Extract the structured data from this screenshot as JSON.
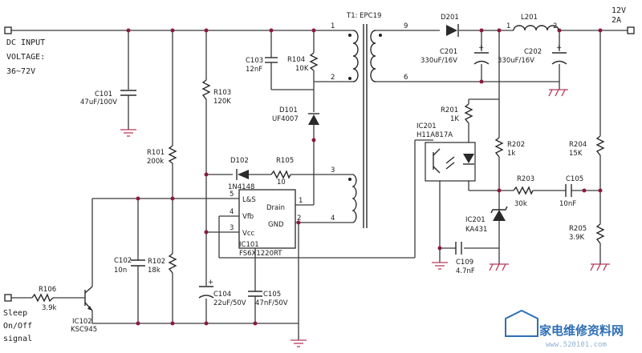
{
  "input": {
    "line1": "DC INPUT",
    "line2": "VOLTAGE:",
    "line3": "36~72V"
  },
  "output": {
    "voltage": "12V",
    "current": "2A"
  },
  "sleep": {
    "line1": "Sleep",
    "line2": "On/Off",
    "line3": "signal"
  },
  "transformer": {
    "name": "T1: EPC19",
    "pins": [
      "1",
      "2",
      "3",
      "4",
      "9",
      "6"
    ]
  },
  "ic101": {
    "ref": "IC101",
    "part": "FS6X1220RT",
    "pins": [
      {
        "num": "5",
        "name": "L&S"
      },
      {
        "num": "4",
        "name": "Vfb"
      },
      {
        "num": "3",
        "name": "Vcc"
      },
      {
        "num": "1",
        "name": "Drain"
      },
      {
        "num": "2",
        "name": "GND"
      }
    ]
  },
  "l201": {
    "ref": "L201",
    "pin1": "1",
    "pin2": "2"
  },
  "components": {
    "c101": {
      "ref": "C101",
      "value": "47uF/100V"
    },
    "c103": {
      "ref": "C103",
      "value": "12nF"
    },
    "r104": {
      "ref": "R104",
      "value": "10K"
    },
    "r103": {
      "ref": "R103",
      "value": "120K"
    },
    "d101": {
      "ref": "D101",
      "value": "UF4007"
    },
    "r101": {
      "ref": "R101",
      "value": "200k"
    },
    "d102": {
      "ref": "D102",
      "value": "1N4148"
    },
    "r105": {
      "ref": "R105",
      "value": "10"
    },
    "c102": {
      "ref": "C102",
      "value": "10n"
    },
    "r102": {
      "ref": "R102",
      "value": "18k"
    },
    "c104": {
      "ref": "C104",
      "value": "22uF/50V"
    },
    "c105a": {
      "ref": "C105",
      "value": "47nF/50V"
    },
    "r106": {
      "ref": "R106",
      "value": "3.9k"
    },
    "ic102": {
      "ref": "IC102",
      "value": "KSC945"
    },
    "d201": {
      "ref": "D201"
    },
    "c201": {
      "ref": "C201",
      "value": "330uF/16V"
    },
    "c202": {
      "ref": "C202",
      "value": "330uF/16V"
    },
    "r201": {
      "ref": "R201",
      "value": "1K"
    },
    "ic201opto": {
      "ref": "IC201",
      "value": "H11A817A"
    },
    "r202": {
      "ref": "R202",
      "value": "1k"
    },
    "r204": {
      "ref": "R204",
      "value": "15K"
    },
    "r203": {
      "ref": "R203",
      "value": "30k"
    },
    "c105b": {
      "ref": "C105",
      "value": "10nF"
    },
    "ic201ref": {
      "ref": "IC201",
      "value": "KA431"
    },
    "r205": {
      "ref": "R205",
      "value": "3.9K"
    },
    "c109": {
      "ref": "C109",
      "value": "4.7nF"
    }
  },
  "watermark": {
    "text": "家电维修资料网",
    "url": "www.520101.com"
  }
}
